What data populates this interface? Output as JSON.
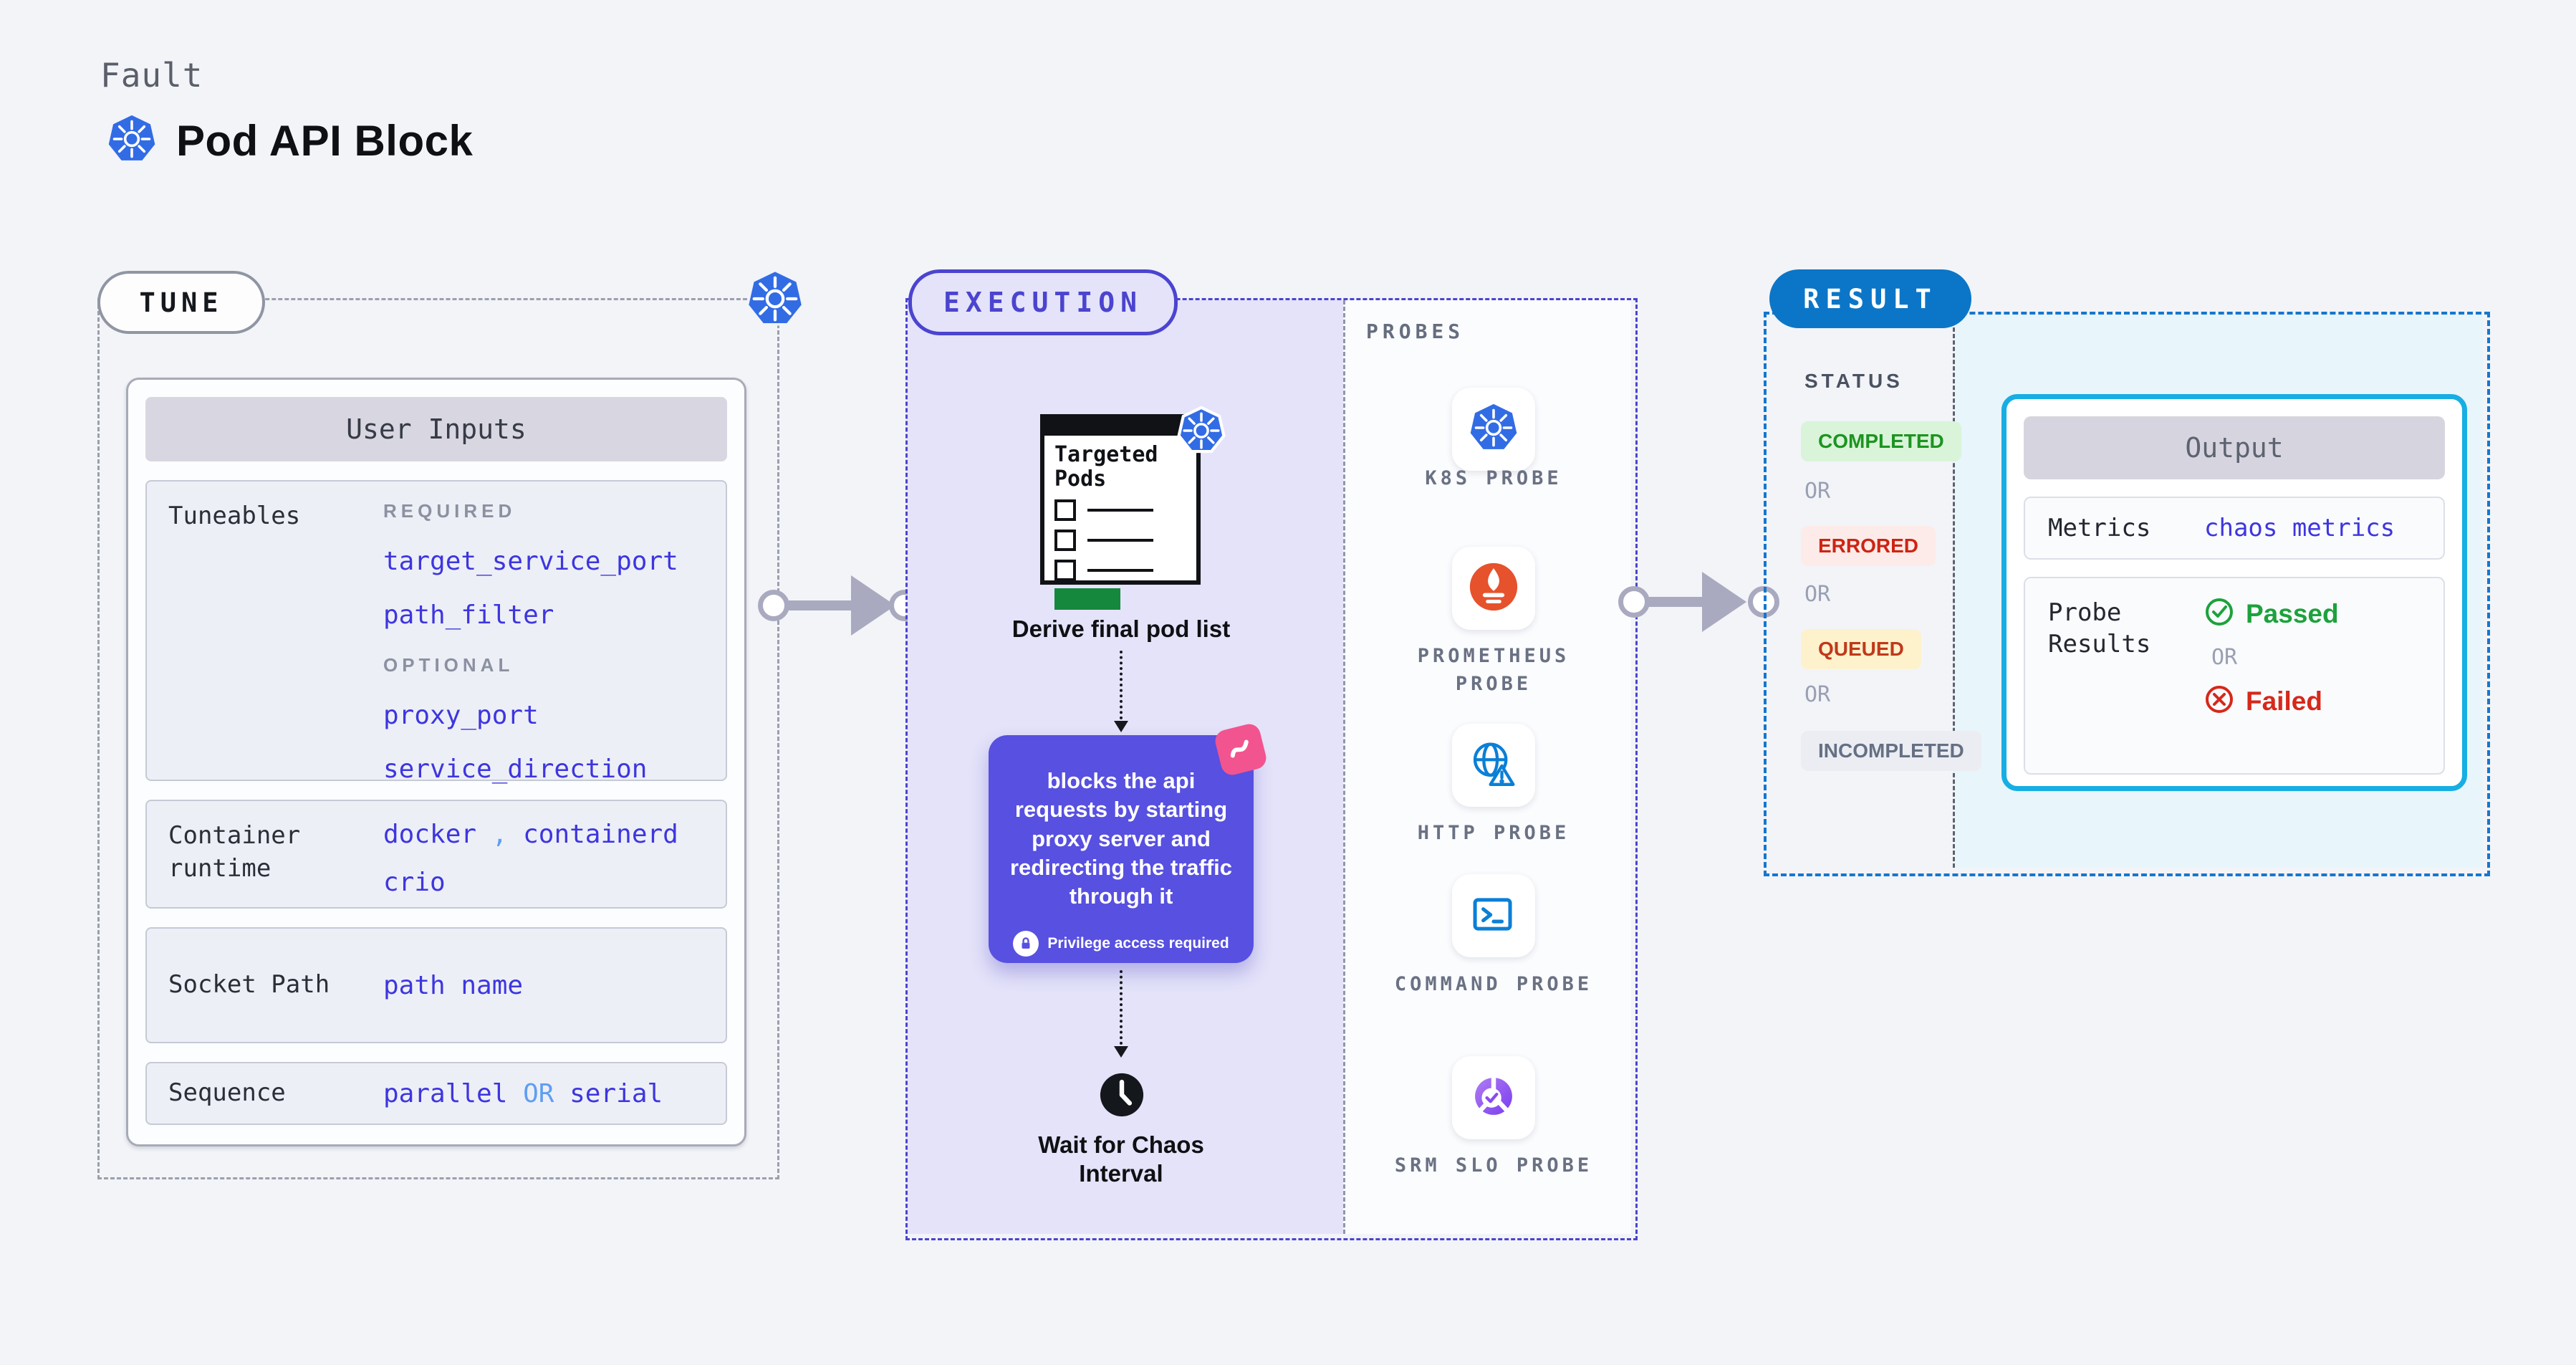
{
  "header": {
    "kicker": "Fault",
    "title": "Pod API Block"
  },
  "tune": {
    "badge": "TUNE",
    "panel_title": "User Inputs",
    "tuneables": {
      "label": "Tuneables",
      "required_heading": "REQUIRED",
      "required_items": [
        "target_service_port",
        "path_filter"
      ],
      "optional_heading": "OPTIONAL",
      "optional_items": [
        "proxy_port",
        "service_direction"
      ]
    },
    "container_runtime": {
      "label": "Container runtime",
      "v1": "docker",
      "comma": ",",
      "v2": "containerd",
      "v3": "crio"
    },
    "socket_path": {
      "label": "Socket Path",
      "value": "path name"
    },
    "sequence": {
      "label": "Sequence",
      "v1": "parallel",
      "or": "OR",
      "v2": "serial"
    }
  },
  "execution": {
    "badge": "EXECUTION",
    "targeted_pods_title": "Targeted Pods",
    "derive_label": "Derive final pod list",
    "action_text": "blocks the api requests by starting proxy server and redirecting the traffic through it",
    "action_note": "Privilege access required",
    "wait_label": "Wait for Chaos Interval"
  },
  "probes": {
    "heading": "PROBES",
    "items": [
      {
        "label": "K8S PROBE",
        "icon": "kubernetes-icon"
      },
      {
        "label": "PROMETHEUS PROBE",
        "icon": "prometheus-icon"
      },
      {
        "label": "HTTP PROBE",
        "icon": "globe-warning-icon"
      },
      {
        "label": "COMMAND PROBE",
        "icon": "terminal-icon"
      },
      {
        "label": "SRM SLO PROBE",
        "icon": "slo-donut-check-icon"
      }
    ]
  },
  "result": {
    "badge": "RESULT",
    "status_heading": "STATUS",
    "or_label": "OR",
    "statuses": [
      {
        "label": "COMPLETED",
        "bg": "#d9f4d9",
        "color": "#1d9421"
      },
      {
        "label": "ERRORED",
        "bg": "#fcebe8",
        "color": "#cd2413"
      },
      {
        "label": "QUEUED",
        "bg": "#fdf2cc",
        "color": "#c0391b"
      },
      {
        "label": "INCOMPLETED",
        "bg": "#ebedf3",
        "color": "#667084"
      }
    ],
    "output": {
      "title": "Output",
      "metrics_label": "Metrics",
      "metrics_value": "chaos metrics",
      "probe_results_label": "Probe Results",
      "passed": "Passed",
      "or": "OR",
      "failed": "Failed"
    }
  },
  "colors": {
    "page_bg": "#f2f4f8",
    "kubernetes_blue": "#326ce5",
    "tune_border": "#9aa0ac",
    "execution_indigo": "#4b44cf",
    "execution_fill": "#e4e3f9",
    "action_purple": "#5750e0",
    "chaos_pink": "#f2548f",
    "prometheus_orange": "#e6522c",
    "probe_icon_blue": "#0b7fd6",
    "result_blue": "#0b76c8",
    "result_fill": "#e8f5fb",
    "output_border": "#16aee3",
    "link_blue": "#3d36df",
    "or_light_blue": "#5f9ef2",
    "passed_green": "#1ca23c",
    "failed_red": "#d6281a",
    "arrow_gray": "#a9aabf"
  }
}
